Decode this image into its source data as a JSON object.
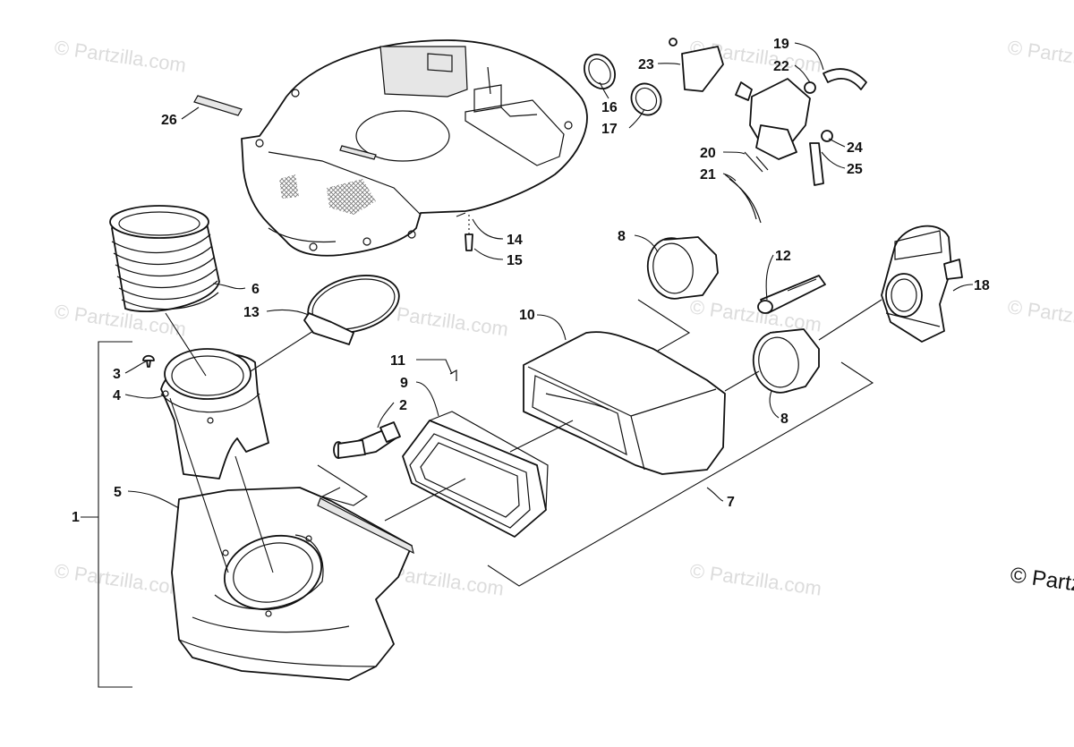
{
  "diagram": {
    "watermark_text": "© Partzilla.com",
    "copyright_text": "© Partz",
    "callouts": {
      "c1": "1",
      "c2": "2",
      "c3": "3",
      "c4": "4",
      "c5": "5",
      "c6": "6",
      "c7": "7",
      "c8a": "8",
      "c8b": "8",
      "c9": "9",
      "c10": "10",
      "c11": "11",
      "c12": "12",
      "c13": "13",
      "c14": "14",
      "c15": "15",
      "c16": "16",
      "c17": "17",
      "c18": "18",
      "c19": "19",
      "c20": "20",
      "c21": "21",
      "c22": "22",
      "c23": "23",
      "c24": "24",
      "c25": "25",
      "c26": "26"
    }
  }
}
